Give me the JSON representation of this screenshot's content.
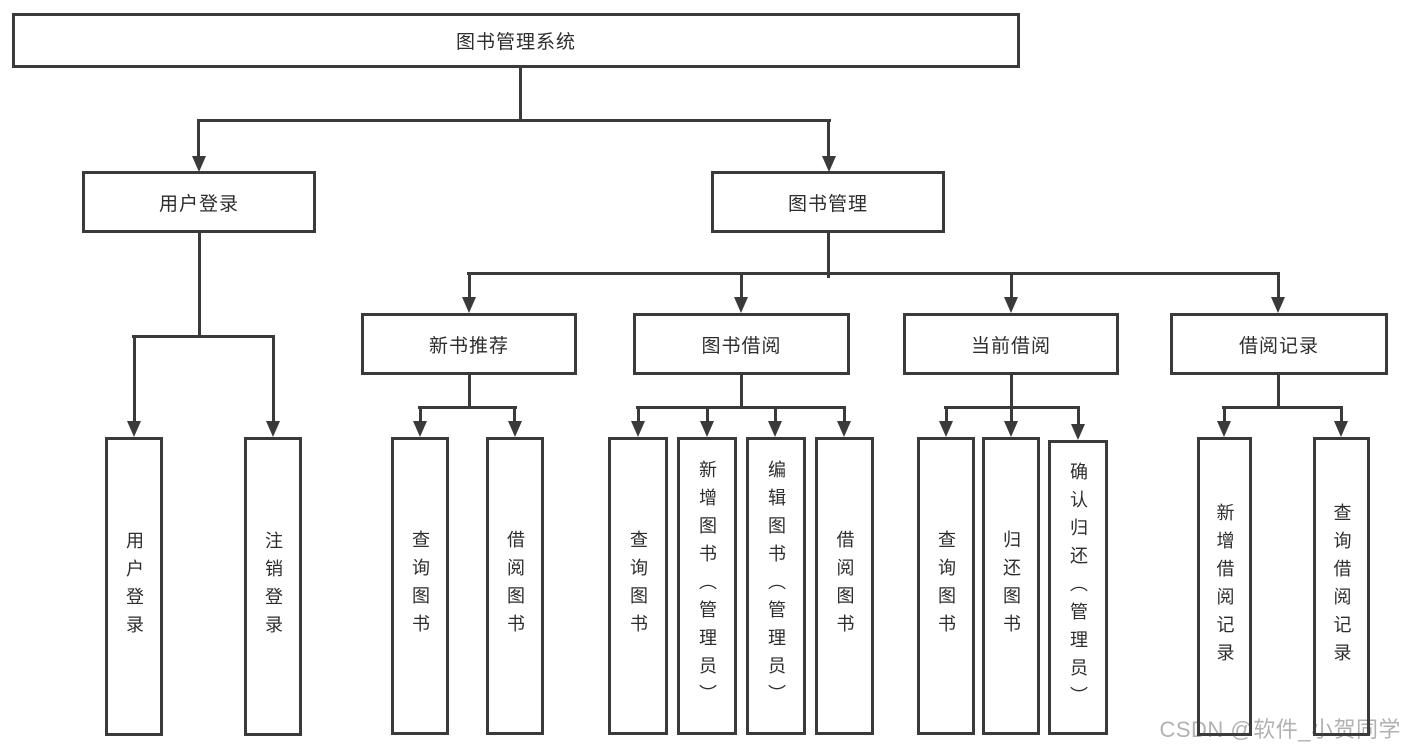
{
  "diagram": {
    "type": "tree",
    "root": {
      "label": "图书管理系统",
      "children": [
        {
          "label": "用户登录",
          "children": [
            {
              "label": "用户登录"
            },
            {
              "label": "注销登录"
            }
          ]
        },
        {
          "label": "图书管理",
          "children": [
            {
              "label": "新书推荐",
              "children": [
                {
                  "label": "查询图书"
                },
                {
                  "label": "借阅图书"
                }
              ]
            },
            {
              "label": "图书借阅",
              "children": [
                {
                  "label": "查询图书"
                },
                {
                  "label": "新增图书（管理员）"
                },
                {
                  "label": "编辑图书（管理员）"
                },
                {
                  "label": "借阅图书"
                }
              ]
            },
            {
              "label": "当前借阅",
              "children": [
                {
                  "label": "查询图书"
                },
                {
                  "label": "归还图书"
                },
                {
                  "label": "确认归还（管理员）"
                }
              ]
            },
            {
              "label": "借阅记录",
              "children": [
                {
                  "label": "新增借阅记录"
                },
                {
                  "label": "查询借阅记录"
                }
              ]
            }
          ]
        }
      ]
    }
  },
  "watermark": "CSDN @软件_小贺同学",
  "colors": {
    "line": "#3a3a3a",
    "box_border": "#3a3a3a",
    "box_fill": "#ffffff",
    "text": "#2d2d2d",
    "background": "#ffffff",
    "watermark_text": "#b4b4b4"
  }
}
